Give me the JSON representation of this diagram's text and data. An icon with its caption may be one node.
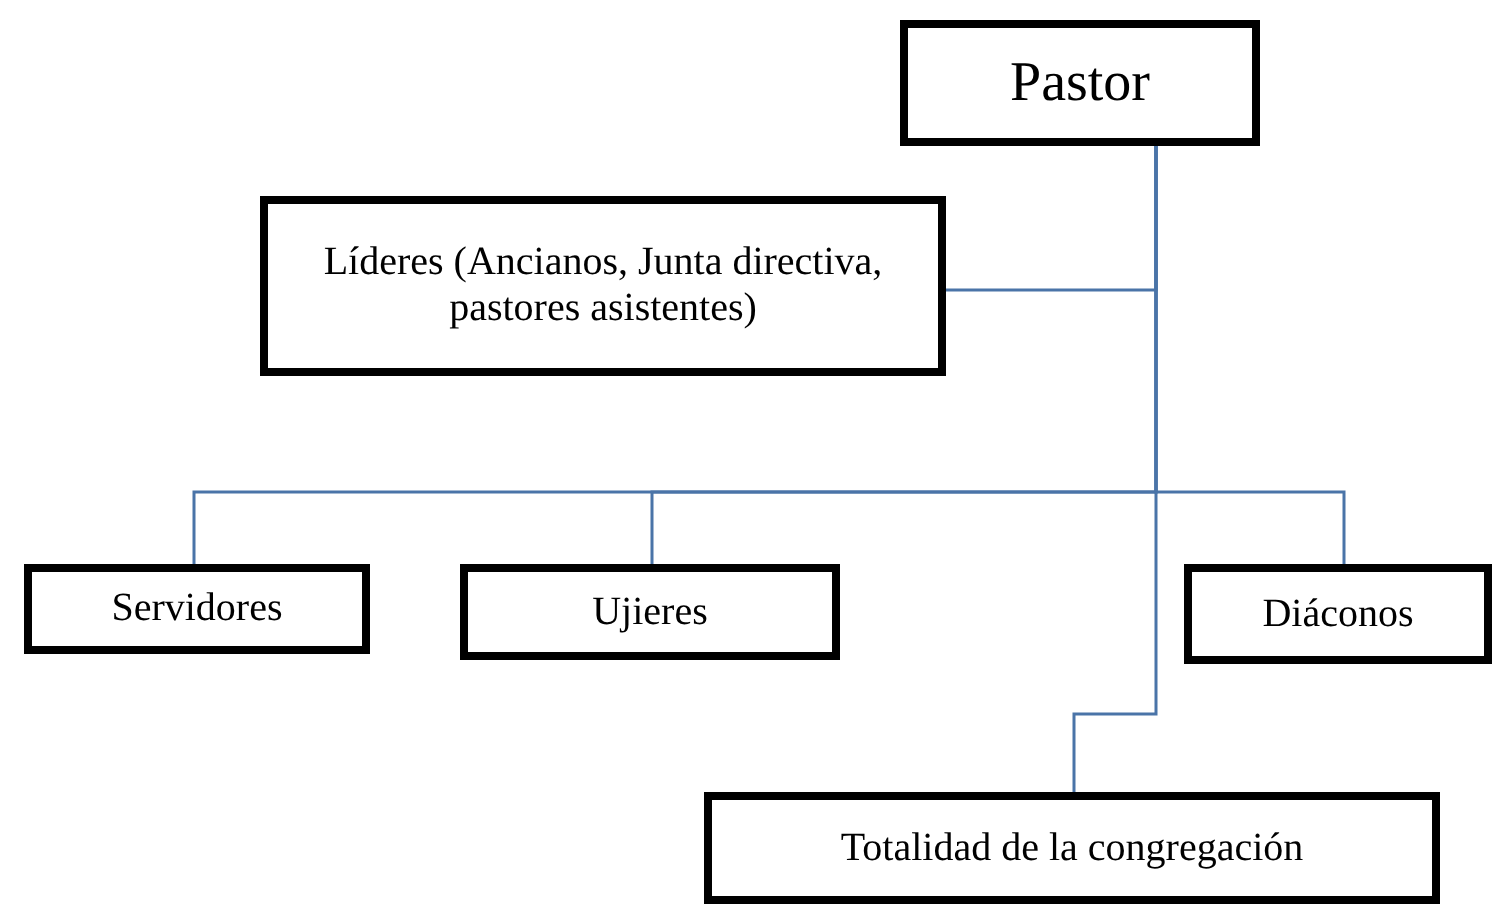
{
  "diagram": {
    "nodes": [
      {
        "text": [
          "Pastor"
        ]
      },
      {
        "text": [
          "Líderes (Ancianos, Junta directiva, pastores asistentes)"
        ]
      },
      {
        "text": [
          "Servidores"
        ]
      },
      {
        "text": [
          "Ujieres"
        ]
      },
      {
        "text": [
          "Diáconos"
        ]
      },
      {
        "text": [
          "Totalidad de la congregación"
        ]
      }
    ],
    "edges": [
      {
        "from": 0,
        "to": 1,
        "arrow": "none"
      },
      {
        "from": 0,
        "to": 2,
        "arrow": "none"
      },
      {
        "from": 0,
        "to": 3,
        "arrow": "none"
      },
      {
        "from": 0,
        "to": 4,
        "arrow": "none"
      },
      {
        "from": 0,
        "to": 5,
        "arrow": "none"
      }
    ]
  }
}
